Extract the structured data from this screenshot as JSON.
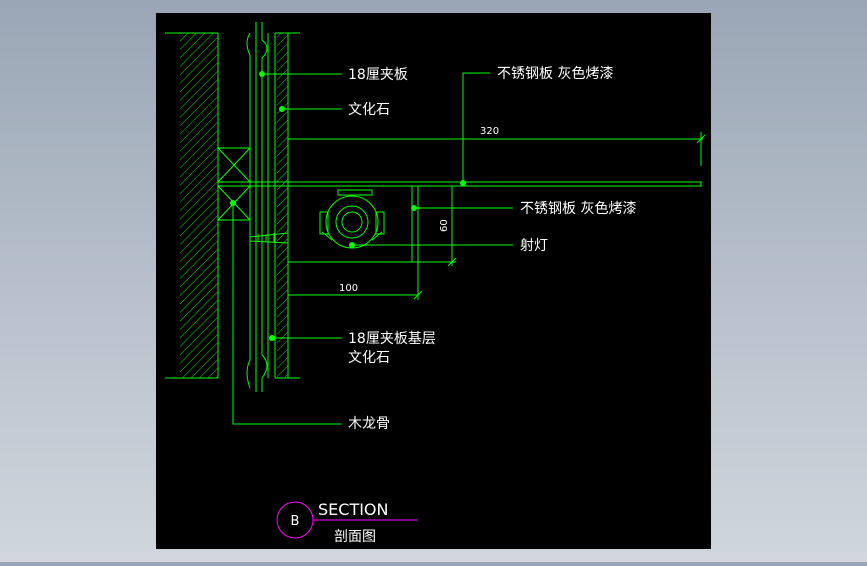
{
  "colors": {
    "viewport_bg": "#000000",
    "geometry": "#00ff00",
    "text": "#ffffff",
    "section_marker": "#ff00ff"
  },
  "annotations": {
    "plywood_18": "18厘夹板",
    "culture_stone": "文化石",
    "steel_plate_top": "不锈钢板 灰色烤漆",
    "steel_plate_side": "不锈钢板 灰色烤漆",
    "spotlight": "射灯",
    "plywood_base": "18厘夹板基层",
    "culture_stone_2": "文化石",
    "wood_keel": "木龙骨"
  },
  "dimensions": {
    "width_320": "320",
    "height_60": "60",
    "width_100": "100"
  },
  "title_block": {
    "marker": "B",
    "title": "SECTION",
    "subtitle": "剖面图"
  }
}
